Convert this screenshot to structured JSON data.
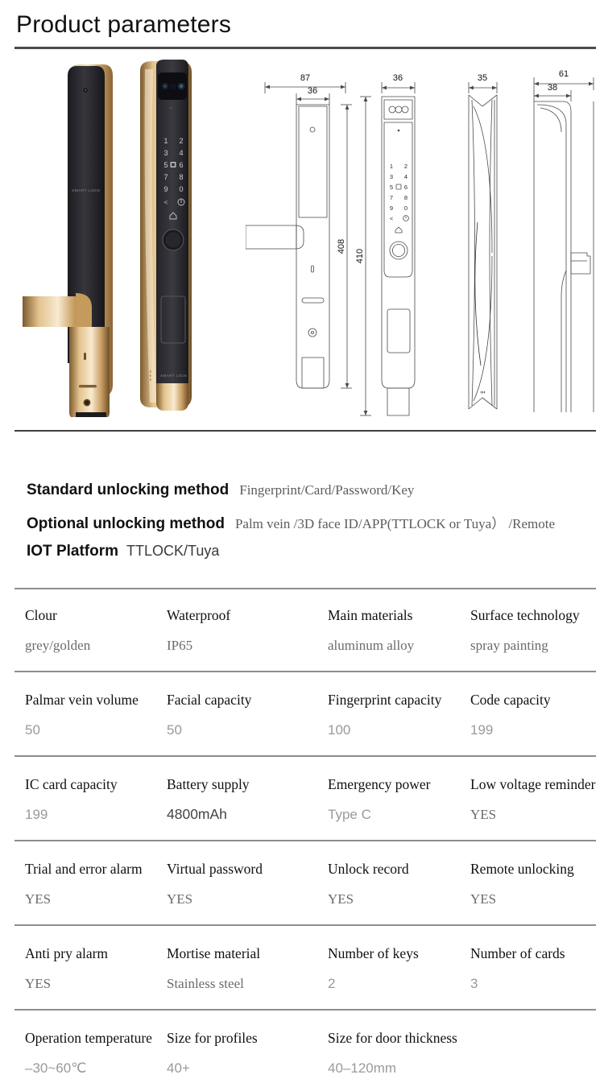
{
  "header": {
    "title": "Product parameters"
  },
  "hero": {
    "photo_alt": "smart-door-lock-gold-black",
    "keypad_digits": [
      "1",
      "2",
      "3",
      "4",
      "5",
      "6",
      "7",
      "8",
      "9",
      "0"
    ],
    "brand_text": "SMART LOCK",
    "drawings": [
      {
        "name": "rear-panel-view",
        "width_outer": "87",
        "width_inner": "36",
        "height": "408"
      },
      {
        "name": "front-panel-view",
        "width_inner": "36",
        "height": "410"
      },
      {
        "name": "side-profile-view",
        "width": "35"
      },
      {
        "name": "handle-side-view",
        "width_outer": "61",
        "width_inner": "38"
      }
    ]
  },
  "unlocking": [
    {
      "label": "Standard unlocking method",
      "value": "Fingerprint/Card/Password/Key",
      "value_style": "serif"
    },
    {
      "label": "Optional unlocking method",
      "value": "Palm vein /3D face ID/APP(TTLOCK or Tuya）  /Remote",
      "value_style": "serif"
    },
    {
      "label": "IOT Platform",
      "value": "TTLOCK/Tuya",
      "value_style": "sans"
    }
  ],
  "spec_table": {
    "rows": [
      {
        "cells": [
          {
            "label": "Clour",
            "value": "grey/golden",
            "style": "serif"
          },
          {
            "label": "Waterproof",
            "value": "IP65",
            "style": "serif"
          },
          {
            "label": "Main materials",
            "value": "aluminum alloy",
            "style": "serif"
          },
          {
            "label": "Surface technology",
            "value": "spray painting",
            "style": "serif"
          }
        ]
      },
      {
        "cells": [
          {
            "label": "Palmar vein volume",
            "value": "50",
            "style": "sans"
          },
          {
            "label": "Facial  capacity",
            "value": "50",
            "style": "sans"
          },
          {
            "label": "Fingerprint capacity",
            "value": "100",
            "style": "sans"
          },
          {
            "label": "Code capacity",
            "value": "199",
            "style": "sans"
          }
        ]
      },
      {
        "cells": [
          {
            "label": "IC card capacity",
            "value": "199",
            "style": "sans"
          },
          {
            "label": "Battery supply",
            "value": "4800mAh",
            "style": "sans-dark"
          },
          {
            "label": "Emergency power",
            "value": "Type C",
            "style": "sans"
          },
          {
            "label": "Low voltage reminder",
            "value": "YES",
            "style": "serif"
          }
        ]
      },
      {
        "cells": [
          {
            "label": "Trial and error alarm",
            "value": "YES",
            "style": "serif"
          },
          {
            "label": "Virtual password",
            "value": "YES",
            "style": "serif"
          },
          {
            "label": "Unlock record",
            "value": "YES",
            "style": "serif"
          },
          {
            "label": "Remote unlocking",
            "value": "YES",
            "style": "serif"
          }
        ]
      },
      {
        "cells": [
          {
            "label": "Anti pry alarm",
            "value": "YES",
            "style": "serif"
          },
          {
            "label": "Mortise material",
            "value": "Stainless steel",
            "style": "serif"
          },
          {
            "label": "Number of keys",
            "value": "2",
            "style": "sans"
          },
          {
            "label": "Number of  cards",
            "value": "3",
            "style": "sans"
          }
        ]
      },
      {
        "cells": [
          {
            "label": "Operation temperature",
            "value": "–30~60℃",
            "style": "sans"
          },
          {
            "label": "Size for profiles",
            "value": "40+",
            "style": "sans"
          },
          {
            "label": "Size for door thickness",
            "value": "40–120mm",
            "style": "sans"
          },
          {
            "label": "",
            "value": "",
            "style": "serif"
          }
        ]
      }
    ]
  },
  "colors": {
    "rule_dark": "#4a4a4a",
    "rule_mid": "#8d8d8d",
    "label_text": "#111111",
    "value_text": "#6b6b6b",
    "value_text_light": "#9a9a9a",
    "gold": "#d8b27c",
    "gold_dark": "#a8814c",
    "body_black": "#2b2b2b"
  }
}
